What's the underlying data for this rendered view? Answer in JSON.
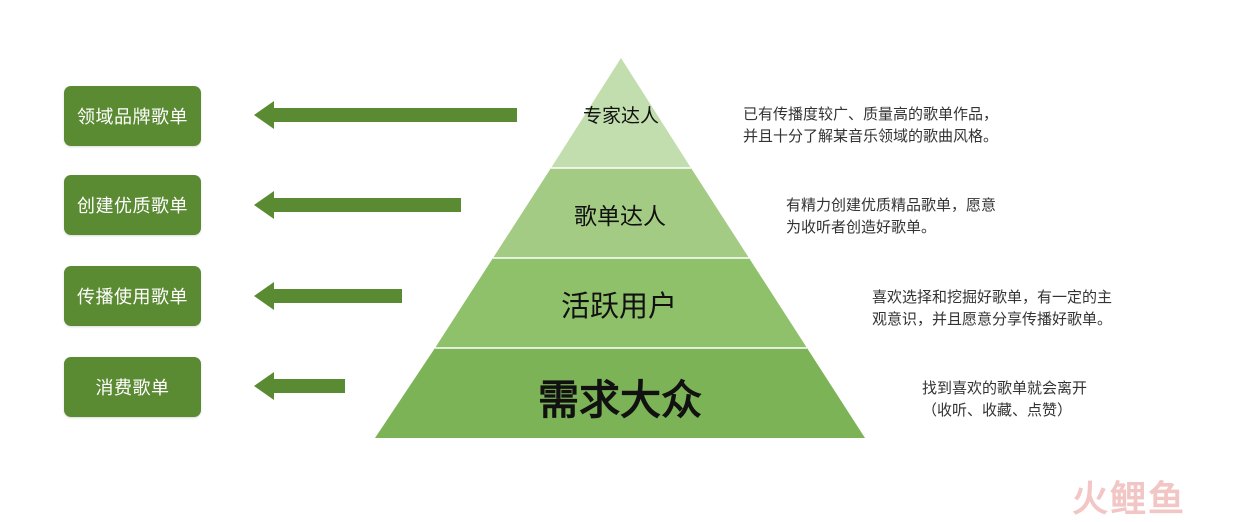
{
  "roles": [
    {
      "label": "领域品牌歌单"
    },
    {
      "label": "创建优质歌单"
    },
    {
      "label": "传播使用歌单"
    },
    {
      "label": "消费歌单"
    }
  ],
  "tiers": [
    {
      "label": "专家达人",
      "color": "#c2ddae"
    },
    {
      "label": "歌单达人",
      "color": "#a4cb83"
    },
    {
      "label": "活跃用户",
      "color": "#8fc06a"
    },
    {
      "label": "需求大众",
      "color": "#7cb356"
    }
  ],
  "descriptions": [
    {
      "line1": "已有传播度较广、质量高的歌单作品，",
      "line2": "并且十分了解某音乐领域的歌曲风格。"
    },
    {
      "line1": "有精力创建优质精品歌单，愿意",
      "line2": "为收听者创造好歌单。"
    },
    {
      "line1": "喜欢选择和挖掘好歌单，有一定的主",
      "line2": "观意识，并且愿意分享传播好歌单。"
    },
    {
      "line1": "找到喜欢的歌单就会离开",
      "line2": "（收听、收藏、点赞）"
    }
  ],
  "colors": {
    "box": "#5a8a32",
    "arrow": "#5a8a32",
    "watermark": "#f3c6c6"
  },
  "watermark": {
    "text": "火鲤鱼"
  }
}
